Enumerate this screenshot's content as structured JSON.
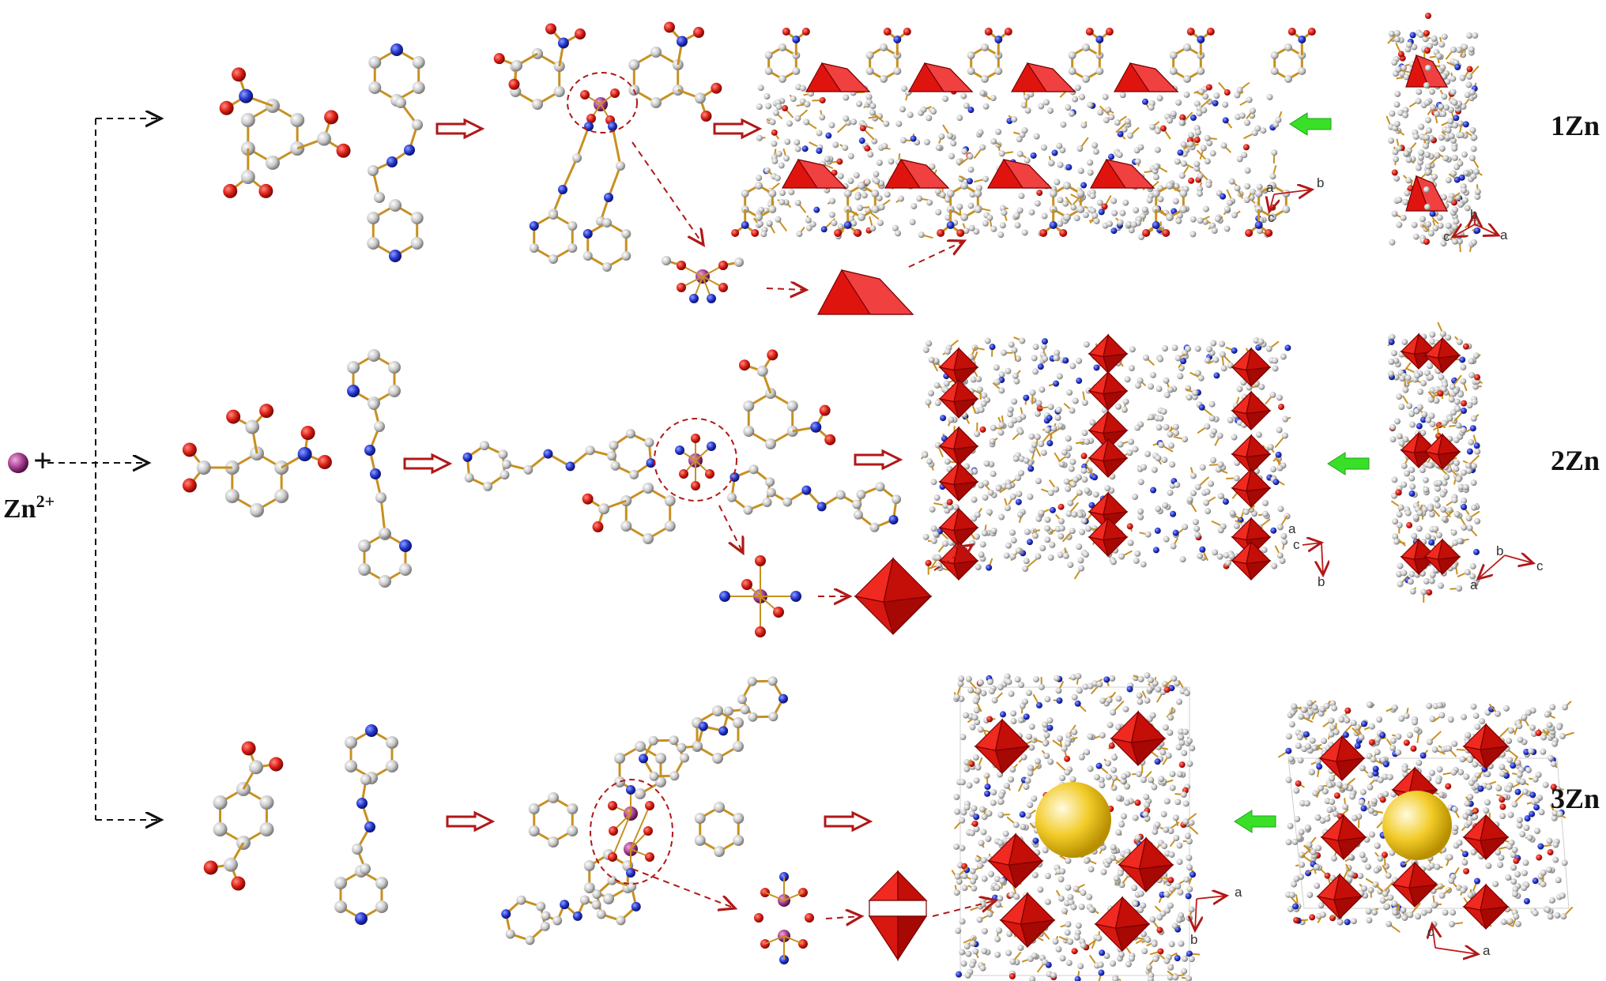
{
  "metal": {
    "label": "Zn",
    "charge": "2+",
    "plus": "+"
  },
  "compounds": [
    {
      "id": "1Zn",
      "label": "1Zn"
    },
    {
      "id": "2Zn",
      "label": "2Zn"
    },
    {
      "id": "3Zn",
      "label": "3Zn"
    }
  ],
  "axes": {
    "row1_mid": {
      "a": "a",
      "b": "b",
      "c": "c"
    },
    "row1_right": {
      "a": "a",
      "b": "b",
      "c": "c"
    },
    "row2_mid": {
      "a": "a",
      "b": "b",
      "c": "c"
    },
    "row2_right": {
      "a": "a",
      "b": "b",
      "c": "c"
    },
    "row3_mid": {
      "a": "a",
      "b": "b"
    },
    "row3_right": {
      "a": "a",
      "c": "c"
    }
  },
  "colors": {
    "oxygen": "#d81b12",
    "nitrogen": "#2233cc",
    "carbon": "#c8c8c8",
    "zinc": "#a23c8c",
    "bond": "#c89020",
    "polyhedron": "#e0140e",
    "arrow_red": "#b01818",
    "arrow_green": "#38e028",
    "void_sphere": "#f2cc2a"
  }
}
